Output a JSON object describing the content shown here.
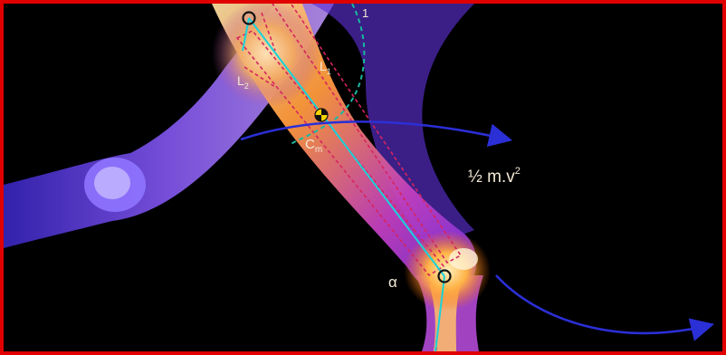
{
  "labels": {
    "l1_base": "L",
    "l1_sub": "1",
    "l2_base": "L",
    "l2_sub": "2",
    "cm_base": "C",
    "cm_sub": "m",
    "energy": "½ m.v",
    "energy_sup": "2",
    "alpha": "α",
    "top_mark": "1"
  },
  "colors": {
    "frame_border": "#e00000",
    "background": "#000000",
    "bone_axis": "#19d3da",
    "dashed_box": "#d6245f",
    "trajectory": "#2b2fd6",
    "swing_arc": "#18b8a0",
    "limb_glow": "#7b3cff",
    "bone_core": "#ffd36a"
  }
}
